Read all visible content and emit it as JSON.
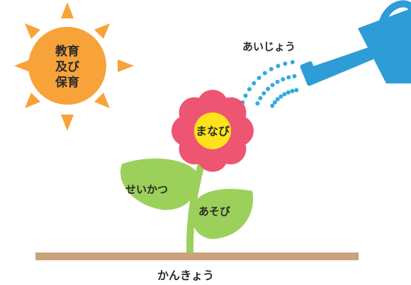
{
  "sun": {
    "lines": [
      "教育",
      "及び",
      "保育"
    ],
    "color": "#F7A339"
  },
  "watering": {
    "label": "あいじょう",
    "can_color": "#2E9CD6",
    "drop_color": "#33A9E0"
  },
  "flower": {
    "label": "まなび",
    "petal_color": "#EE5572",
    "center_color": "#FFE31A"
  },
  "leaves": {
    "left_label": "せいかつ",
    "right_label": "あそび",
    "color": "#9BD15A"
  },
  "ground": {
    "label": "かんきょう",
    "color": "#C9A27E"
  },
  "text_color": "#2B2B2B"
}
